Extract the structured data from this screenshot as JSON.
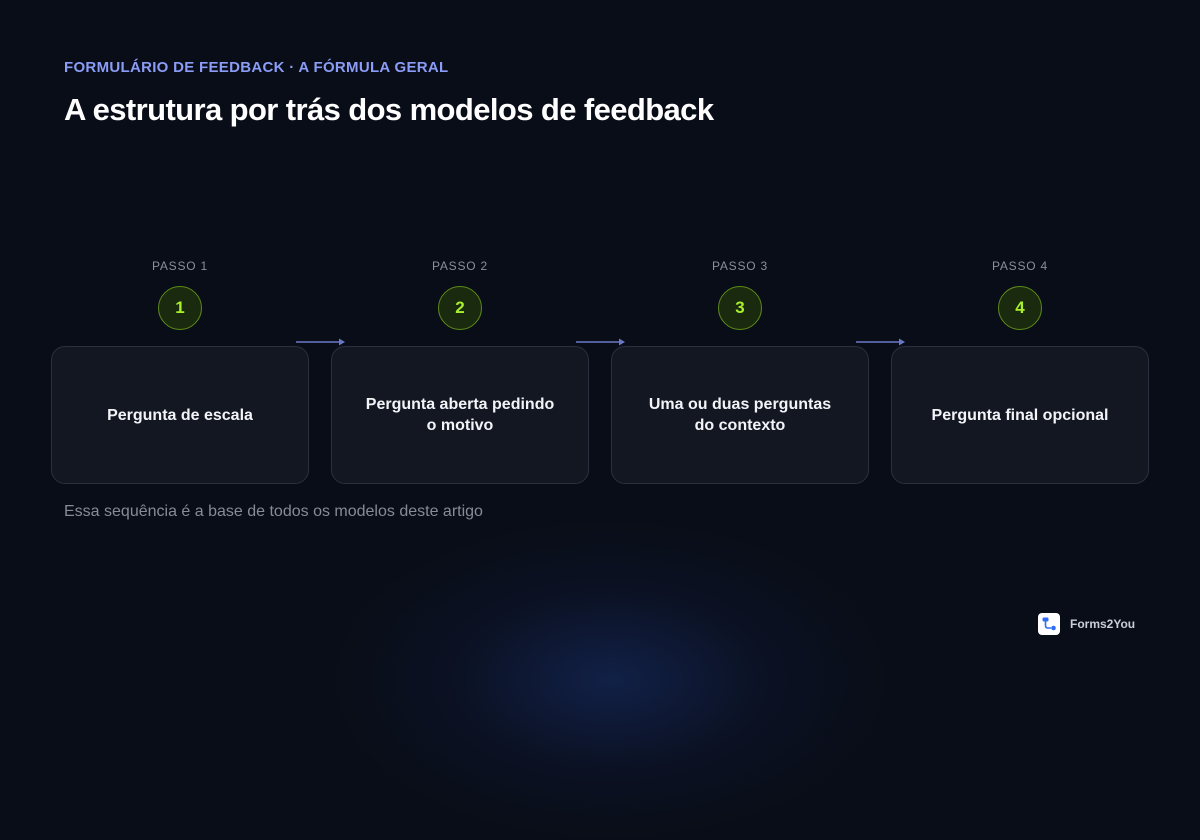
{
  "header": {
    "eyebrow": "FORMULÁRIO DE FEEDBACK · A FÓRMULA GERAL",
    "title": "A estrutura por trás dos modelos de feedback"
  },
  "steps": [
    {
      "label": "PASSO 1",
      "number": "1",
      "text": "Pergunta de escala"
    },
    {
      "label": "PASSO 2",
      "number": "2",
      "text": "Pergunta aberta pedindo o motivo"
    },
    {
      "label": "PASSO 3",
      "number": "3",
      "text": "Uma ou duas perguntas do contexto"
    },
    {
      "label": "PASSO 4",
      "number": "4",
      "text": "Pergunta final opcional"
    }
  ],
  "caption": "Essa sequência é a base de todos os modelos deste artigo",
  "brand": {
    "name": "Forms2You",
    "logo_icon": "flow-logo-icon"
  },
  "colors": {
    "background": "#090d17",
    "accent": "#8b9cf7",
    "step_number": "#a8f02a",
    "arrow": "#6a78c8"
  }
}
